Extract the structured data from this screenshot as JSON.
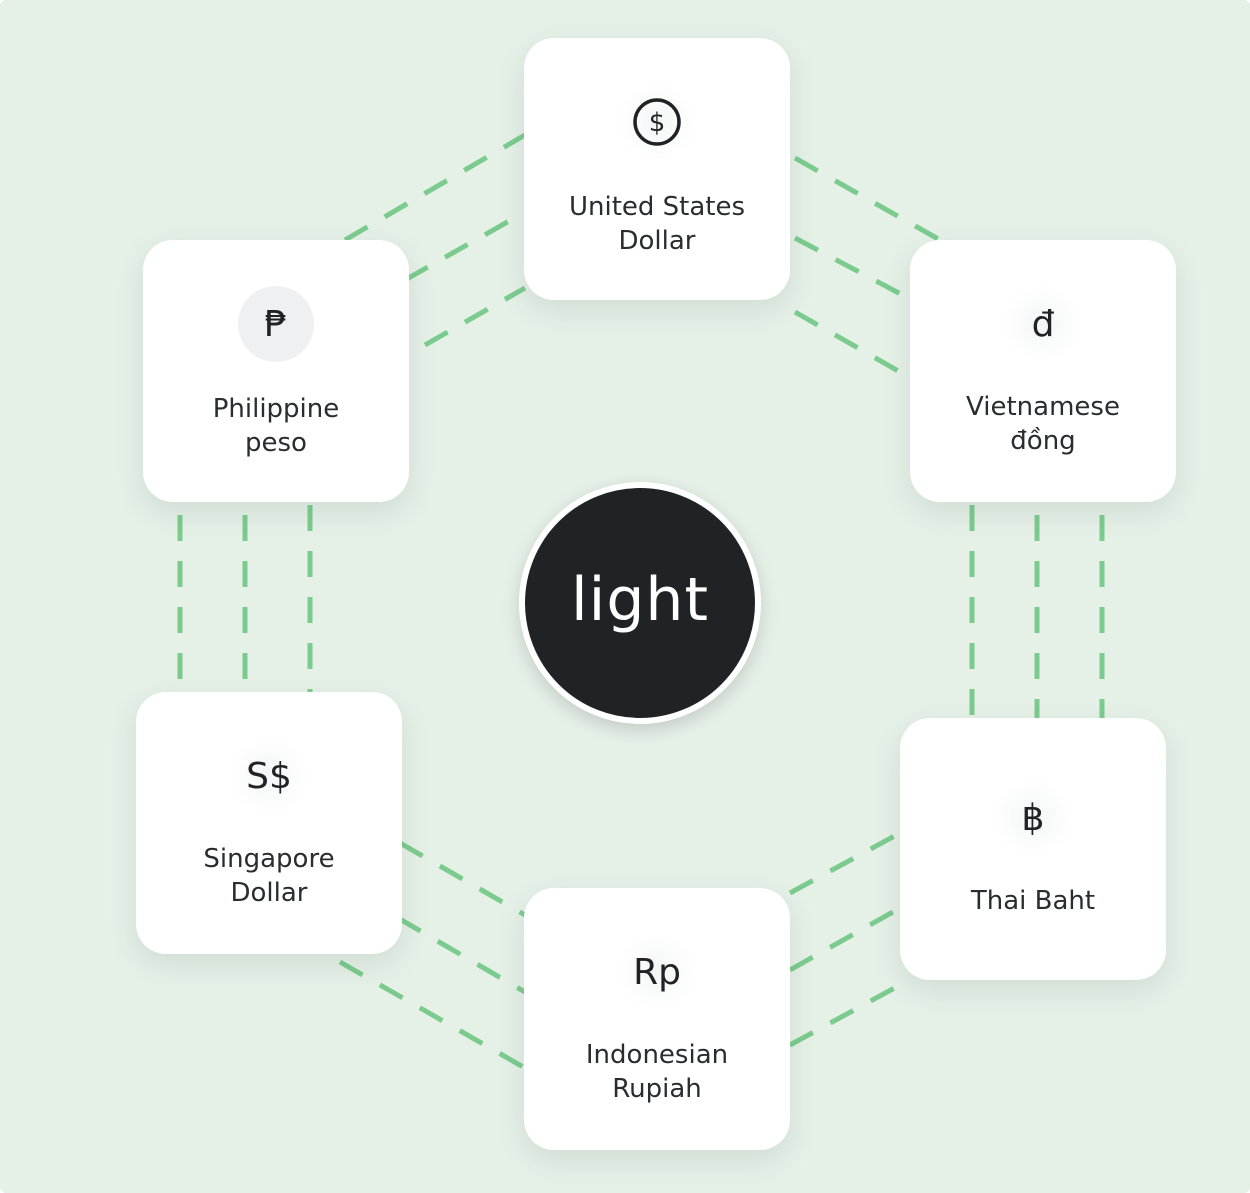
{
  "hub": {
    "label": "light"
  },
  "currencies": {
    "usd": {
      "symbol": "$",
      "label": "United States\nDollar"
    },
    "php": {
      "symbol": "₱",
      "label": "Philippine\npeso"
    },
    "vnd": {
      "symbol": "đ",
      "label": "Vietnamese\nđồng"
    },
    "sgd": {
      "symbol": "S$",
      "label": "Singapore\nDollar"
    },
    "thb": {
      "symbol": "฿",
      "label": "Thai Baht"
    },
    "idr": {
      "symbol": "Rp",
      "label": "Indonesian\nRupiah"
    }
  },
  "colors": {
    "background": "#e5f0e7",
    "connector": "#7ccb8e",
    "card": "#ffffff",
    "hub": "#1f2326",
    "text": "#2a2d30"
  }
}
